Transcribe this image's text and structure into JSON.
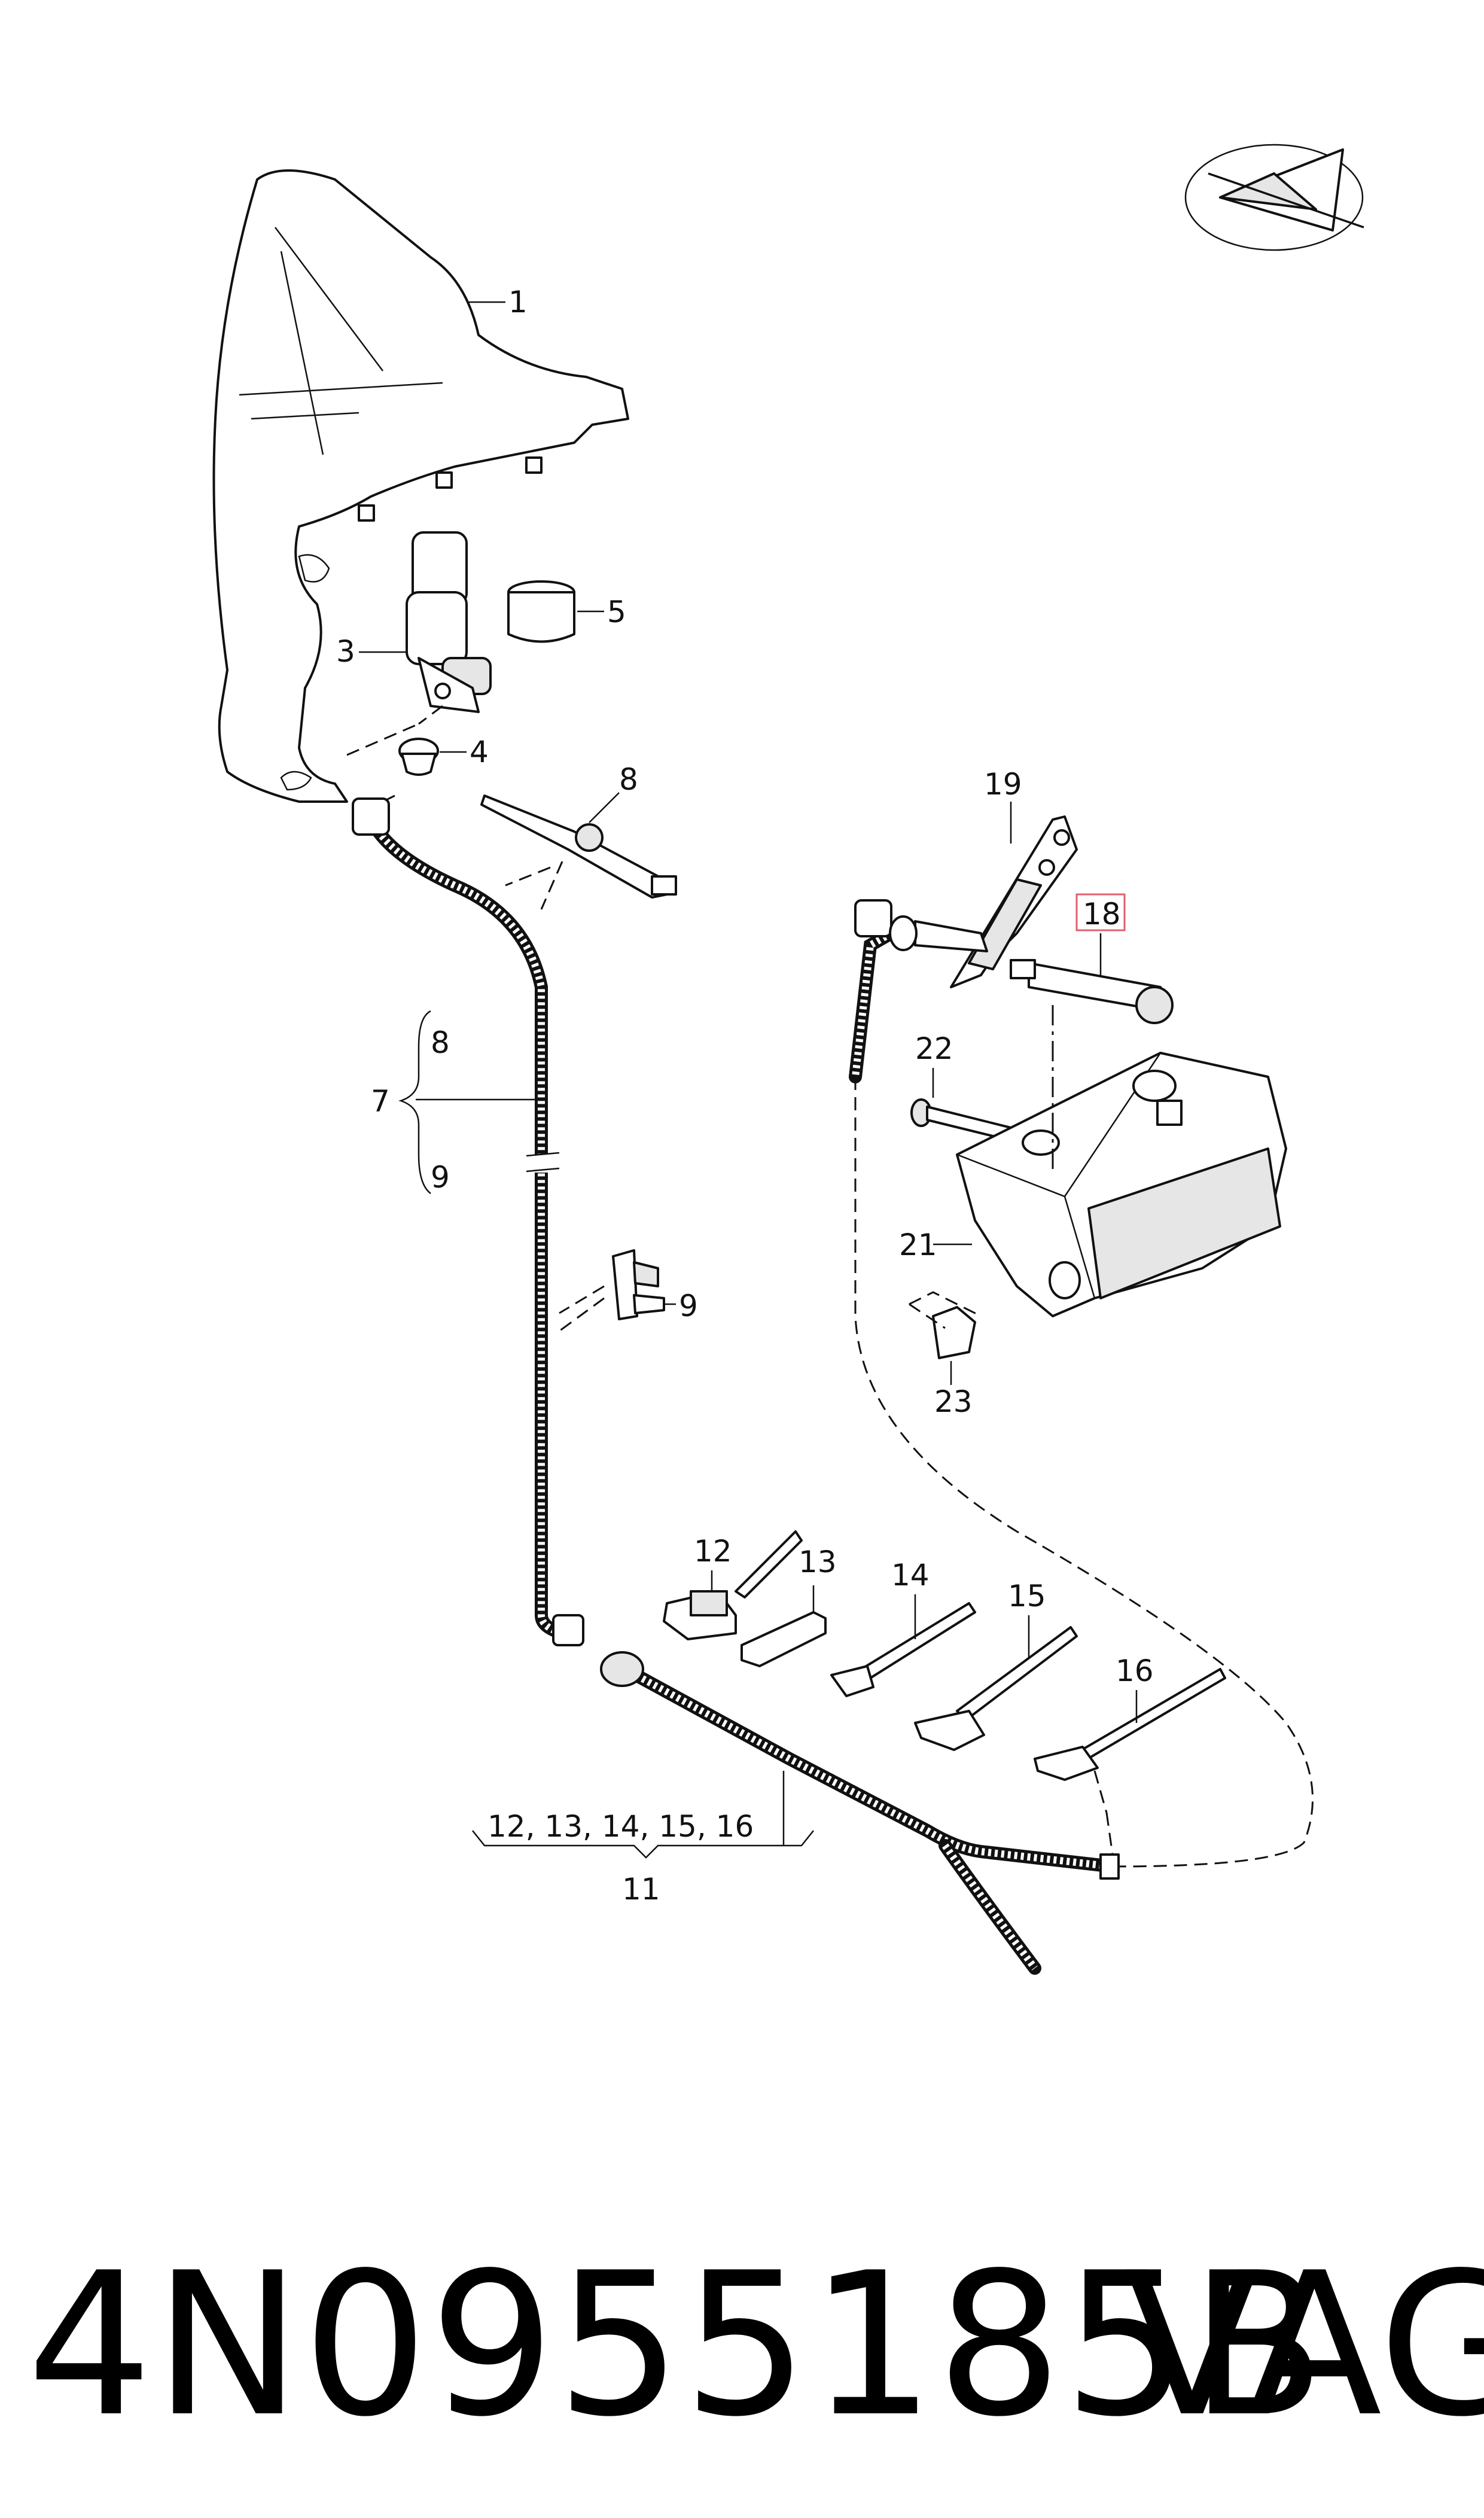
{
  "callouts": {
    "c1": "1",
    "c3": "3",
    "c4": "4",
    "c5": "5",
    "c7": "7",
    "c8a": "8",
    "c8b": "8",
    "c9a": "9",
    "c9b": "9",
    "c11": "11",
    "c11_group": "12, 13, 14, 15, 16",
    "c12": "12",
    "c13": "13",
    "c14": "14",
    "c15": "15",
    "c16": "16",
    "c18": "18",
    "c19": "19",
    "c21": "21",
    "c22": "22",
    "c23": "23"
  },
  "highlight_color": "#e06070",
  "footer": {
    "part_code": "4N0955185B",
    "brand": "VAG"
  }
}
